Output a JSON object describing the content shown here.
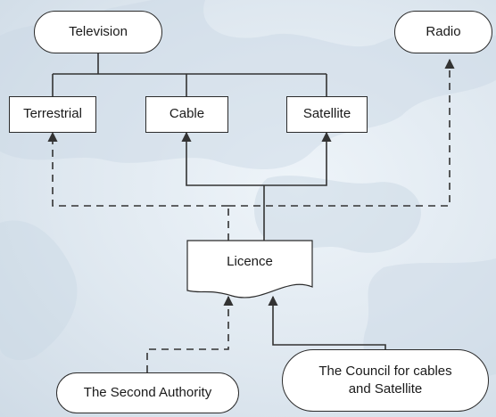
{
  "diagram": {
    "nodes": {
      "television": "Television",
      "radio": "Radio",
      "terrestrial": "Terrestrial",
      "cable": "Cable",
      "satellite": "Satellite",
      "licence": "Licence",
      "second_authority": "The Second Authority",
      "council": "The Council for cables and Satellite"
    },
    "edges": [
      {
        "from": "television",
        "to": "terrestrial",
        "style": "solid",
        "arrow": false
      },
      {
        "from": "television",
        "to": "cable",
        "style": "solid",
        "arrow": false
      },
      {
        "from": "television",
        "to": "satellite",
        "style": "solid",
        "arrow": false
      },
      {
        "from": "licence",
        "to": "cable",
        "style": "solid",
        "arrow": true
      },
      {
        "from": "licence",
        "to": "satellite",
        "style": "solid",
        "arrow": true
      },
      {
        "from": "licence",
        "to": "terrestrial",
        "style": "dashed",
        "arrow": true
      },
      {
        "from": "licence",
        "to": "radio",
        "style": "dashed",
        "arrow": true
      },
      {
        "from": "second_authority",
        "to": "licence",
        "style": "dashed",
        "arrow": true
      },
      {
        "from": "council",
        "to": "licence",
        "style": "solid",
        "arrow": true
      }
    ],
    "colors": {
      "node_fill": "#ffffff",
      "node_border": "#2b2b2b",
      "line": "#333333",
      "background": "#dfe8f0",
      "map": "#c7d5e2"
    }
  }
}
